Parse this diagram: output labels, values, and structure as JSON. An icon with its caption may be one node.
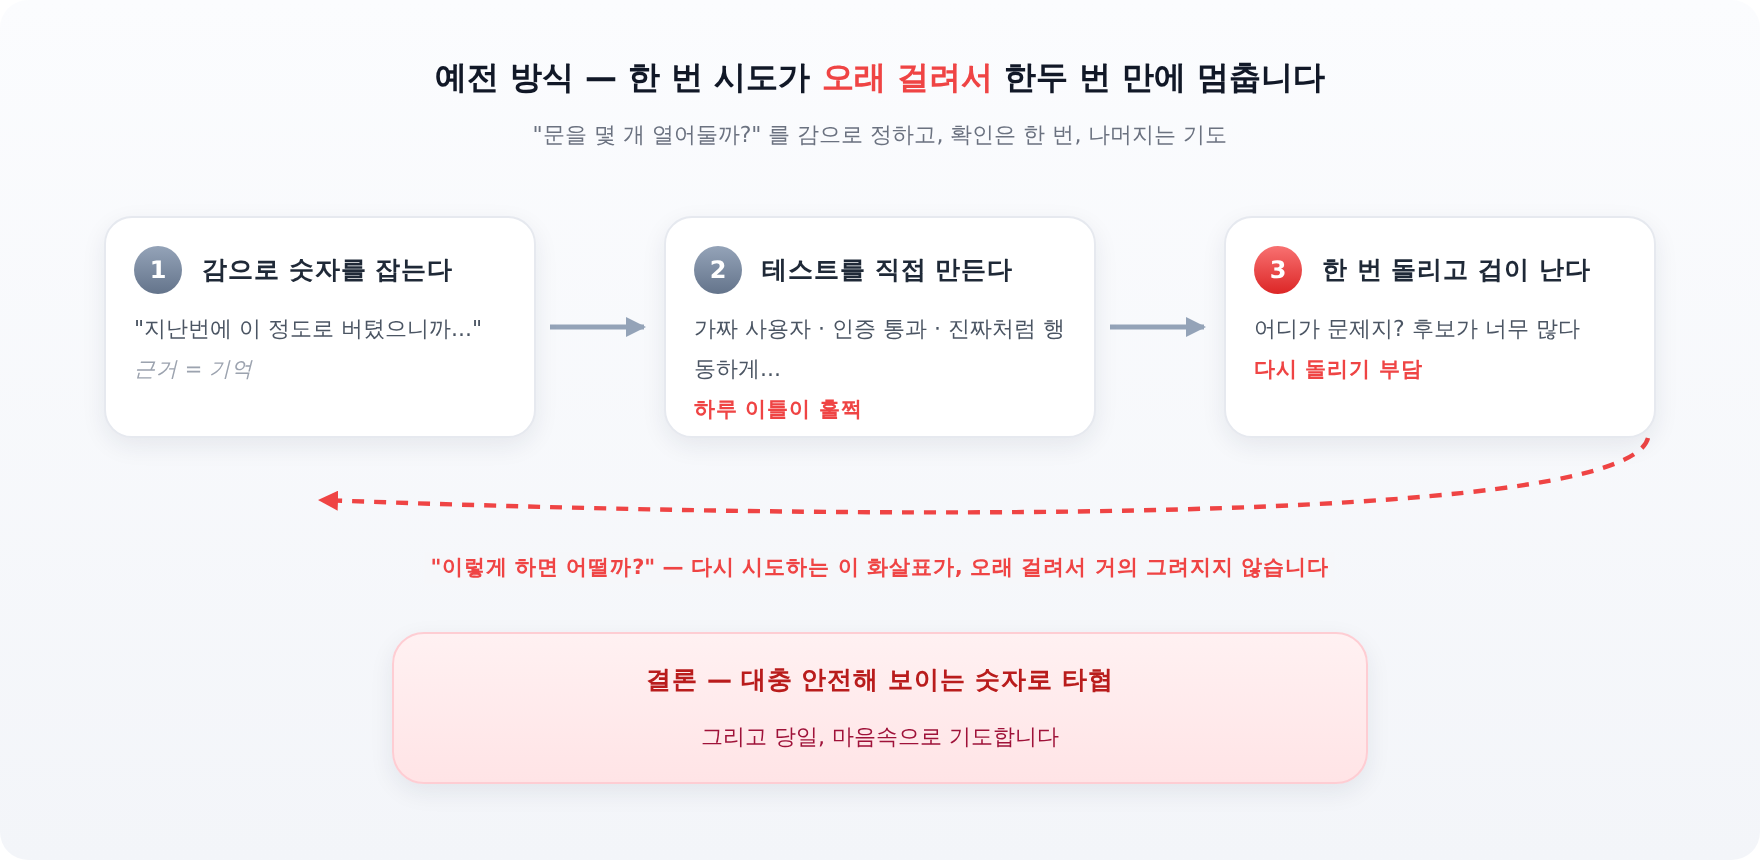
{
  "diagram": {
    "title": "예전 방식 — 한 번 시도가 **오래 걸려서** 한두 번 만에 멈춥니다",
    "caption": "\"문을 몇 개 열어둘까?\" 를 감으로 정하고, 확인은 한 번, 나머지는 기도",
    "nodes": [
      {
        "text": [
          "1",
          "감으로 숫자를 잡는다",
          "\"지난번에 이 정도로 버텼으니까...\"",
          "근거 = 기억"
        ]
      },
      {
        "text": [
          "2",
          "테스트를 직접 만든다",
          "가짜 사용자 · 인증 통과 · 진짜처럼 행동하게...",
          "하루 이틀이 훌쩍"
        ]
      },
      {
        "text": [
          "3",
          "한 번 돌리고 겁이 난다",
          "어디가 문제지? 후보가 너무 많다",
          "다시 돌리기 부담"
        ]
      },
      {
        "text": [
          "결론 — 대충 안전해 보이는 숫자로 타협",
          "그리고 당일, 마음속으로 기도합니다"
        ]
      }
    ],
    "edges": [
      {
        "from": 0,
        "to": 1,
        "arrow": "to"
      },
      {
        "from": 1,
        "to": 2,
        "arrow": "to"
      },
      {
        "from": 2,
        "to": null,
        "arrow": "to",
        "style": "dashed",
        "color": "#ef4444",
        "label": "\"이렇게 하면 어떨까?\" — 다시 시도하는 이 화살표가, 오래 걸려서 거의 그려지지 않습니다"
      }
    ]
  }
}
